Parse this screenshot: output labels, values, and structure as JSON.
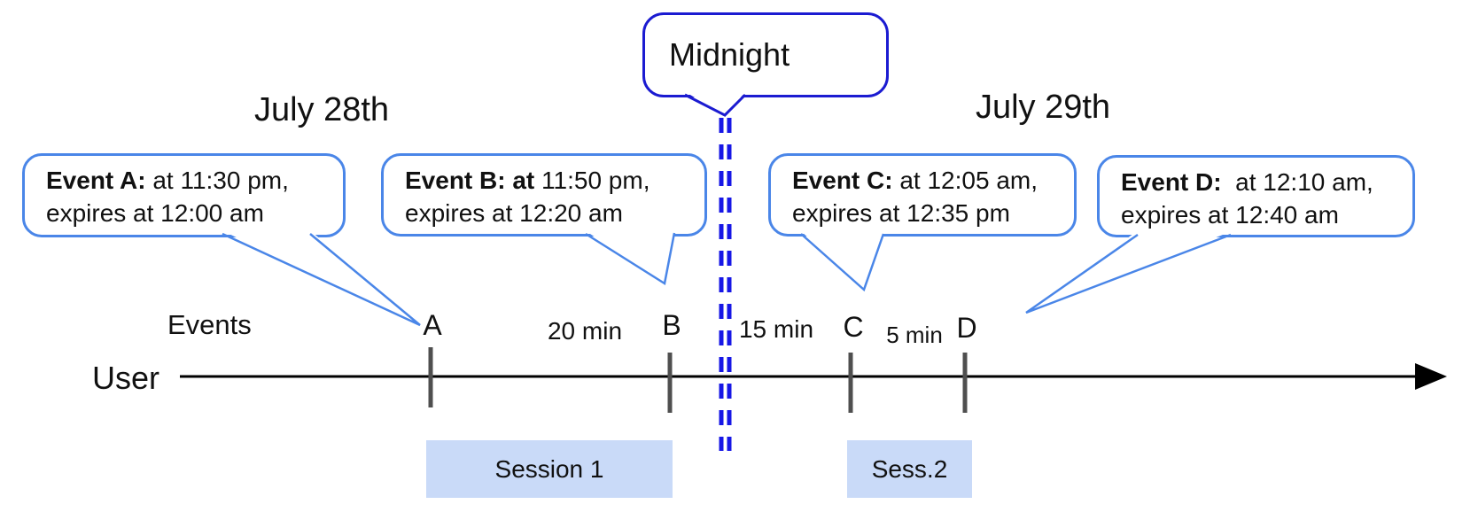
{
  "diagram": {
    "dates": {
      "left": "July 28th",
      "right": "July 29th"
    },
    "midnight": {
      "label": "Midnight"
    },
    "axis": {
      "events_label": "Events",
      "user_label": "User"
    },
    "events": [
      {
        "letter": "A",
        "callout_bold": "Event A:",
        "callout_line1_rest": " at 11:30 pm,",
        "callout_line2": "expires at 12:00 am"
      },
      {
        "letter": "B",
        "callout_bold": "Event B: at",
        "callout_line1_rest": " 11:50 pm,",
        "callout_line2": "expires at 12:20 am"
      },
      {
        "letter": "C",
        "callout_bold": "Event C:",
        "callout_line1_rest": " at 12:05 am,",
        "callout_line2": "expires at 12:35 pm"
      },
      {
        "letter": "D",
        "callout_bold": "Event D:",
        "callout_line1_rest": "  at 12:10 am,",
        "callout_line2": "expires at 12:40 am"
      }
    ],
    "intervals": [
      {
        "label": "20 min"
      },
      {
        "label": "15 min"
      },
      {
        "label": "5 min"
      }
    ],
    "sessions": [
      {
        "label": "Session 1"
      },
      {
        "label": "Sess.2"
      }
    ],
    "colors": {
      "callout_border": "#4a86e8",
      "midnight_border": "#1b1bd1",
      "dashed_line": "#1717e6",
      "session_fill": "#c9daf8",
      "tick": "#4f4f4f",
      "axis_line": "#000000"
    }
  }
}
